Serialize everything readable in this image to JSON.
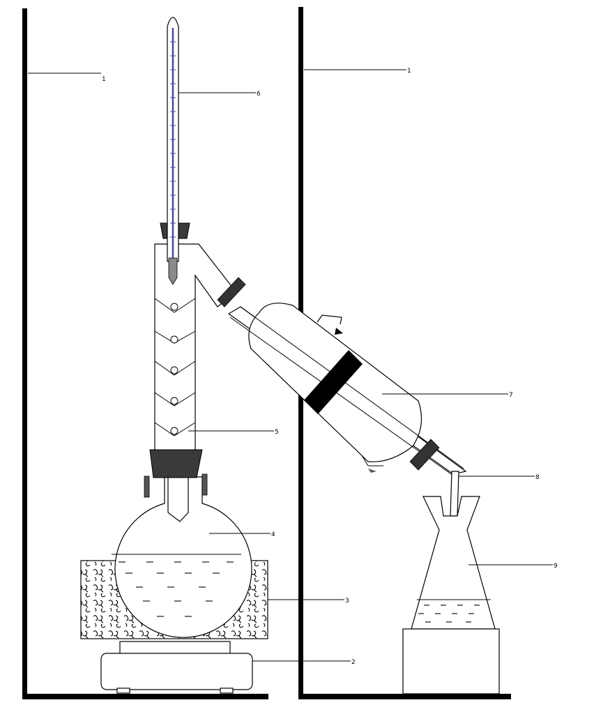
{
  "diagram": {
    "title": "",
    "labels": {
      "stand_left": "1",
      "stand_right": "1",
      "heater": "2",
      "insulation": "3",
      "flask": "4",
      "column": "5",
      "thermometer": "6",
      "condenser": "7",
      "adapter": "8",
      "receiver": "9"
    },
    "colors": {
      "outline": "#000000",
      "stopper": "#3a3a3a",
      "thermometer_scale": "#4a4a9a",
      "background": "#ffffff"
    }
  }
}
